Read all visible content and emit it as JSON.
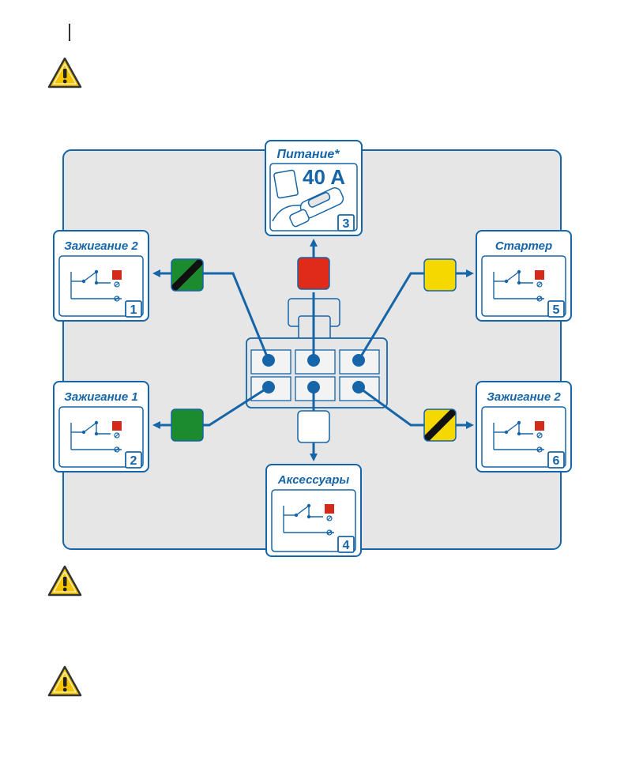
{
  "colors": {
    "accent": "#1565a8",
    "panel_bg": "#e6e6e6",
    "wire_red": "#e02a1a",
    "wire_green": "#1c8a2e",
    "wire_yellow": "#f5d800",
    "wire_white": "#ffffff",
    "wire_black": "#111111",
    "warning_yellow": "#f5c400"
  },
  "outputs": [
    {
      "id": "ignition2_left",
      "title": "Зажигание 2",
      "number": "1",
      "wire": "green-black stripe"
    },
    {
      "id": "ignition1",
      "title": "Зажигание 1",
      "number": "2",
      "wire": "green"
    },
    {
      "id": "power",
      "title": "Питание*",
      "fuse": "40 A",
      "number": "3",
      "wire": "red"
    },
    {
      "id": "accessories",
      "title": "Аксессуары",
      "number": "4",
      "wire": "white"
    },
    {
      "id": "starter",
      "title": "Стартер",
      "number": "5",
      "wire": "yellow"
    },
    {
      "id": "ignition2_right",
      "title": "Зажигание 2",
      "number": "6",
      "wire": "yellow-black stripe"
    }
  ],
  "icons": {
    "warning": "warning-triangle-icon",
    "relay": "relay-icon",
    "fuse_holder": "fuse-holder-icon",
    "connector": "six-pin-connector-icon"
  }
}
